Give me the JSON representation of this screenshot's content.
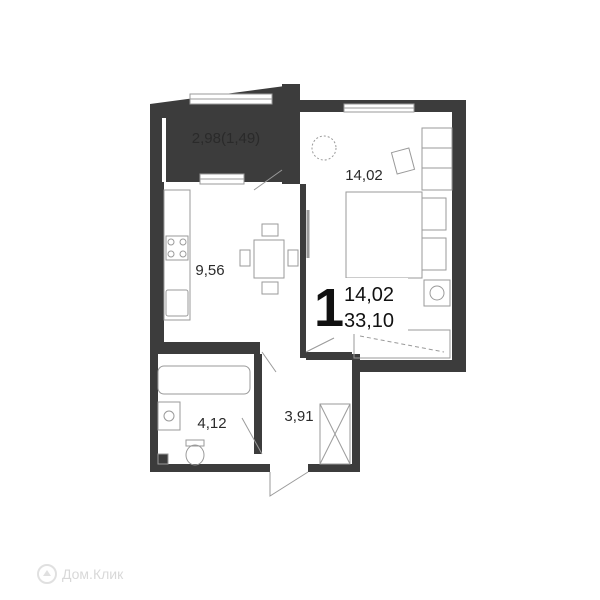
{
  "rooms": {
    "balcony": {
      "area": "2,98(1,49)"
    },
    "kitchen": {
      "area": "9,56"
    },
    "living": {
      "area": "14,02"
    },
    "bathroom": {
      "area": "4,12"
    },
    "hallway": {
      "area": "3,91"
    }
  },
  "summary": {
    "rooms_count": "1",
    "living_area": "14,02",
    "total_area": "33,10"
  },
  "colors": {
    "wall": "#3c3c3c",
    "line": "#9a9a9a",
    "background": "#ffffff"
  },
  "watermark": {
    "text": "Дом.Клик",
    "icon": "logo-icon"
  }
}
